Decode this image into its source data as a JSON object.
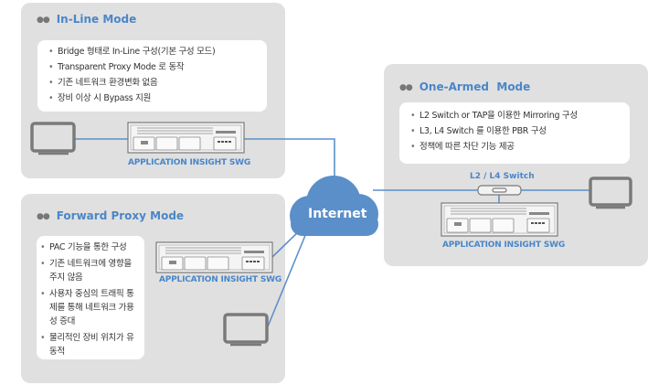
{
  "inline": {
    "title": "In-Line Mode",
    "items": [
      "Bridge 형태로 In-Line 구성(기본 구성 모드)",
      "Transparent Proxy Mode 로 동작",
      "기존 네트워크 환경변화 없음",
      "장비 이상 시 Bypass 지원"
    ],
    "device_caption": "APPLICATION INSIGHT SWG"
  },
  "forward": {
    "title": "Forward Proxy Mode",
    "items": [
      "PAC 기능을 통한 구성",
      "기존 네트워크에 영향을 주지 않음",
      "사용자 중심의 트래픽 통제를 통해 네트워크 가용성 증대",
      "물리적인 장비 위치가 유동적"
    ],
    "device_caption": "APPLICATION INSIGHT SWG"
  },
  "onearmed": {
    "title": "One-Armed  Mode",
    "items": [
      "L2 Switch or TAP을 이용한 Mirroring 구성",
      "L3, L4 Switch 를 이용한 PBR 구성",
      "정책에 따른 차단 기능 제공"
    ],
    "switch_label": "L2 / L4 Switch",
    "device_caption": "APPLICATION INSIGHT SWG"
  },
  "cloud": {
    "label": "Internet"
  },
  "colors": {
    "accent": "#4a86c8",
    "cloud": "#5b8fc9",
    "panel": "#e0e0e0",
    "device": "#7a7a7a"
  },
  "title_dots": "●●"
}
